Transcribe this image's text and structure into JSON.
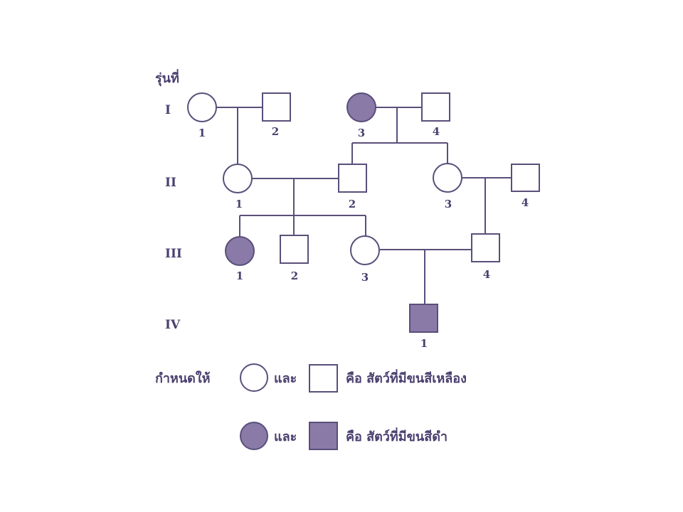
{
  "generations_header": "รุ่นที่",
  "generations": [
    {
      "label": "I"
    },
    {
      "label": "II"
    },
    {
      "label": "III"
    },
    {
      "label": "IV"
    }
  ],
  "individuals": [
    {
      "id": "I-1",
      "label": "1",
      "sex": "female",
      "affected": false
    },
    {
      "id": "I-2",
      "label": "2",
      "sex": "male",
      "affected": false
    },
    {
      "id": "I-3",
      "label": "3",
      "sex": "female",
      "affected": true
    },
    {
      "id": "I-4",
      "label": "4",
      "sex": "male",
      "affected": false
    },
    {
      "id": "II-1",
      "label": "1",
      "sex": "female",
      "affected": false
    },
    {
      "id": "II-2",
      "label": "2",
      "sex": "male",
      "affected": false
    },
    {
      "id": "II-3",
      "label": "3",
      "sex": "female",
      "affected": false
    },
    {
      "id": "II-4",
      "label": "4",
      "sex": "male",
      "affected": false
    },
    {
      "id": "III-1",
      "label": "1",
      "sex": "female",
      "affected": true
    },
    {
      "id": "III-2",
      "label": "2",
      "sex": "male",
      "affected": false
    },
    {
      "id": "III-3",
      "label": "3",
      "sex": "female",
      "affected": false
    },
    {
      "id": "III-4",
      "label": "4",
      "sex": "male",
      "affected": false
    },
    {
      "id": "IV-1",
      "label": "1",
      "sex": "male",
      "affected": true
    }
  ],
  "legend": {
    "given": "กำหนดให้",
    "and": "และ",
    "unaffected_text": "คือ สัตว์ที่มีขนสีเหลือง",
    "affected_text": "คือ สัตว์ที่มีขนสีดำ"
  },
  "colors": {
    "line": "#5a4f7a",
    "affected_fill": "#8a7aa8",
    "text": "#4a3f6e"
  }
}
